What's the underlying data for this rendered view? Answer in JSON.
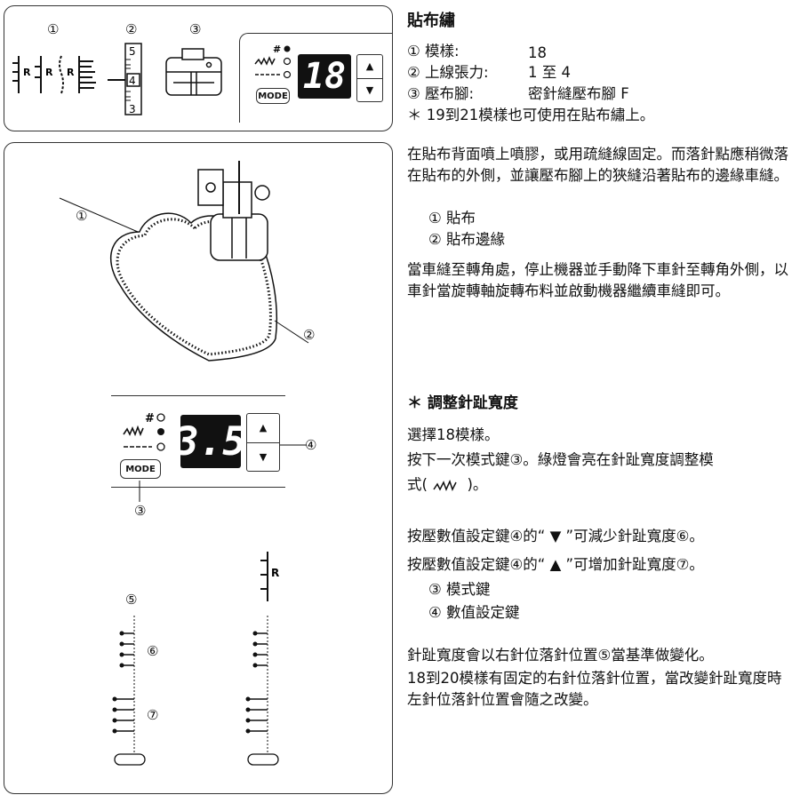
{
  "top_panel": {
    "circle_labels": [
      "①",
      "②",
      "③"
    ],
    "tension_scale": [
      "5",
      "4",
      "3"
    ],
    "pattern_letter": "R",
    "lcd_value": "18",
    "mode_label": "MODE",
    "up_arrow": "▲",
    "down_arrow": "▼"
  },
  "illustration": {
    "label_1": "①",
    "label_2": "②",
    "label_3": "③",
    "label_4": "④",
    "label_5": "⑤",
    "label_6": "⑥",
    "label_7": "⑦",
    "lcd_value": "3.5",
    "mode_label": "MODE",
    "pattern_letter": "R"
  },
  "right": {
    "title": "貼布繡",
    "specs": [
      {
        "num": "①",
        "label": "模樣:",
        "value": "18"
      },
      {
        "num": "②",
        "label": "上線張力:",
        "value": "1 至 4"
      },
      {
        "num": "③",
        "label": "壓布腳:",
        "value": "密針縫壓布腳 F"
      }
    ],
    "note": "＊ 19到21模樣也可使用在貼布繡上。",
    "para1": "在貼布背面噴上噴膠，或用疏縫線固定。而落針點應稍微落在貼布的外側，並讓壓布腳上的狹縫沿著貼布的邊緣車縫。",
    "parts": [
      "① 貼布",
      "② 貼布邊緣"
    ],
    "para2": "當車縫至轉角處，停止機器並手動降下車針至轉角外側，以車針當旋轉軸旋轉布料並啟動機器繼續車縫即可。",
    "section_title": "＊ 調整針趾寬度",
    "step1": "選擇18模樣。",
    "step2a": "按下一次模式鍵③。綠燈會亮在針趾寬度調整模",
    "step2b_pre": "式(",
    "step2b_post": ")。",
    "step3": "按壓數值設定鍵④的“ ▼ ”可減少針趾寬度⑥。",
    "step4": "按壓數值設定鍵④的“ ▲ ”可增加針趾寬度⑦。",
    "keys": [
      "③ 模式鍵",
      "④ 數值設定鍵"
    ],
    "para3": "針趾寬度會以右針位落針位置⑤當基準做變化。",
    "para4": "18到20模樣有固定的右針位落針位置，當改變針趾寬度時左針位落針位置會隨之改變。"
  }
}
